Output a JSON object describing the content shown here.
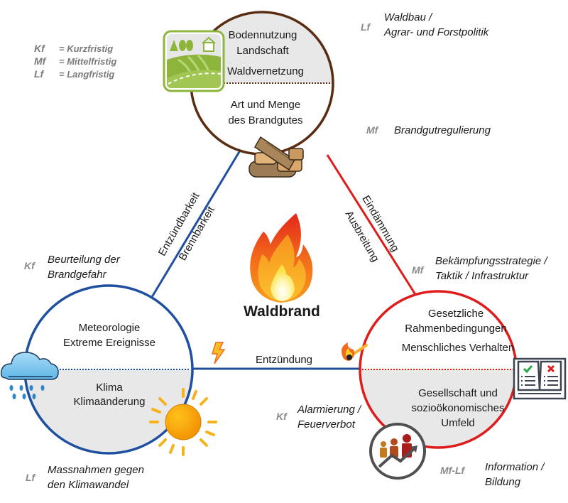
{
  "title": "Waldbrand",
  "legend": [
    {
      "code": "Kf",
      "meaning": "= Kurzfristig"
    },
    {
      "code": "Mf",
      "meaning": "= Mittelfristig"
    },
    {
      "code": "Lf",
      "meaning": "= Langfristig"
    }
  ],
  "colors": {
    "top_node": "#5a2d12",
    "left_node": "#1f4fa0",
    "right_node": "#e01b1b",
    "shaded_half": "#e8e8e8",
    "tag_gray": "#8a8a8a",
    "icon_green": "#8db53c"
  },
  "nodes": {
    "top": {
      "upper_lines": [
        "Bodennutzung",
        "Landschaft"
      ],
      "upper_extra": "Waldvernetzung",
      "lower_lines": [
        "Art und Menge",
        "des Brandgutes"
      ],
      "icons": [
        "landscape-icon",
        "firewood-icon"
      ]
    },
    "left": {
      "upper_lines": [
        "Meteorologie",
        "Extreme Ereignisse"
      ],
      "lower_lines": [
        "Klima",
        "Klimaänderung"
      ],
      "icons": [
        "rain-cloud-icon",
        "sun-icon"
      ]
    },
    "right": {
      "upper_lines": [
        "Gesetzliche",
        "Rahmenbedingungen"
      ],
      "upper_extra": "Menschliches Verhalten",
      "lower_lines": [
        "Gesellschaft und",
        "sozioökonomisches",
        "Umfeld"
      ],
      "icons": [
        "rulebook-icon",
        "population-growth-icon"
      ]
    }
  },
  "edges": {
    "left_top": [
      "Entzündbarkeit",
      "Brennbarkeit"
    ],
    "top_right": [
      "Eindämmung",
      "Ausbreitung"
    ],
    "left_right": "Entzündung"
  },
  "measures": [
    {
      "id": "waldbau",
      "tag": "Lf",
      "lines": [
        "Waldbau  /",
        "Agrar- und Forstpolitik"
      ]
    },
    {
      "id": "brandgut",
      "tag": "Mf",
      "lines": [
        "Brandgutregulierung"
      ]
    },
    {
      "id": "beurteilung",
      "tag": "Kf",
      "lines": [
        "Beurteilung der",
        "Brandgefahr"
      ]
    },
    {
      "id": "bekaempfung",
      "tag": "Mf",
      "lines": [
        "Bekämpfungsstrategie /",
        "Taktik / Infrastruktur"
      ]
    },
    {
      "id": "alarmierung",
      "tag": "Kf",
      "lines": [
        "Alarmierung  /",
        "Feuerverbot"
      ]
    },
    {
      "id": "klimawandel",
      "tag": "Lf",
      "lines": [
        "Massnahmen gegen",
        "den Klimawandel"
      ]
    },
    {
      "id": "information",
      "tag": "Mf-Lf",
      "lines": [
        "Information  /",
        "Bildung"
      ]
    }
  ]
}
